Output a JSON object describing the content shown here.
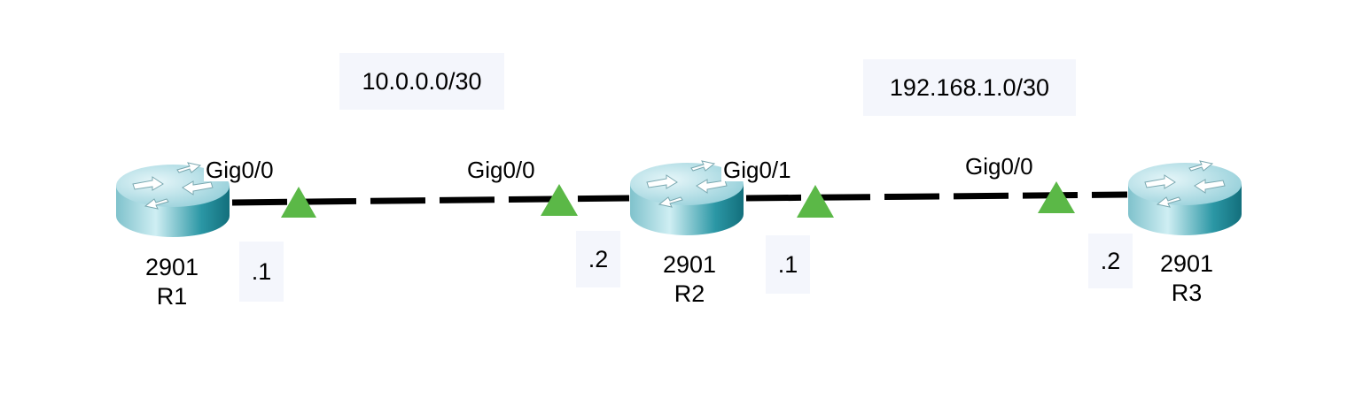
{
  "colors": {
    "link": "#000000",
    "port_up": "#5bb847",
    "router_top": "#bfe6ee",
    "router_side": "#1b8593",
    "label_bg": "#f4f6fc"
  },
  "networks": [
    {
      "id": "net1",
      "subnet": "10.0.0.0/30"
    },
    {
      "id": "net2",
      "subnet": "192.168.1.0/30"
    }
  ],
  "devices": [
    {
      "id": "r1",
      "model": "2901",
      "name": "R1",
      "icon": "router-icon"
    },
    {
      "id": "r2",
      "model": "2901",
      "name": "R2",
      "icon": "router-icon"
    },
    {
      "id": "r3",
      "model": "2901",
      "name": "R3",
      "icon": "router-icon"
    }
  ],
  "interfaces": {
    "r1_gig00": {
      "name": "Gig0/0",
      "host": ".1",
      "status": "up"
    },
    "r2_gig00": {
      "name": "Gig0/0",
      "host": ".2",
      "status": "up"
    },
    "r2_gig01": {
      "name": "Gig0/1",
      "host": ".1",
      "status": "up"
    },
    "r3_gig00": {
      "name": "Gig0/0",
      "host": ".2",
      "status": "up"
    }
  }
}
